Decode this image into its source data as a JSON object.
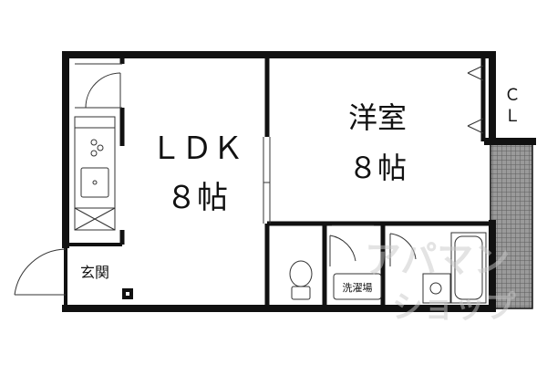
{
  "rooms": {
    "ldk": {
      "name": "ＬＤＫ",
      "size": "８帖"
    },
    "western_room": {
      "name": "洋室",
      "size": "８帖"
    },
    "closet": {
      "line1": "Ｃ",
      "line2": "Ｌ"
    },
    "entrance": {
      "name": "玄関"
    },
    "laundry": {
      "name": "洗濯場"
    }
  },
  "watermark": {
    "line1": "アパマン",
    "line2": "ショップ",
    "color": "#c8c8c8"
  },
  "colors": {
    "wall": "#111111",
    "balcony_fill": "#9a9a9a",
    "balcony_grid": "#6a6a6a",
    "line": "#333333"
  }
}
